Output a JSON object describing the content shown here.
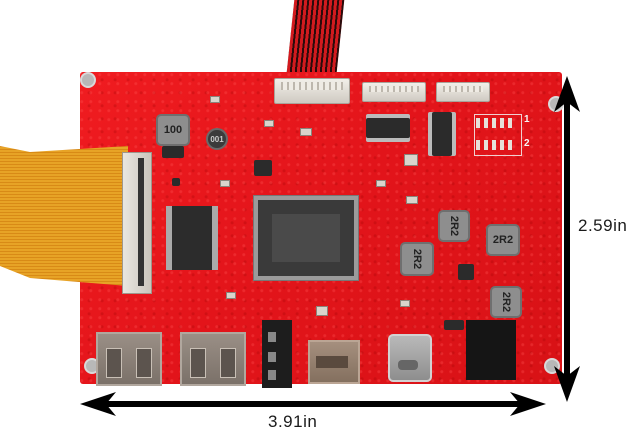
{
  "image": {
    "subject": "LCD driver control board (red PCB) with FPC ribbon cable and wire harness",
    "background_color": "#ffffff",
    "board_color": "#e8161b"
  },
  "dimensions": {
    "width_label": "3.91in",
    "height_label": "2.59in",
    "arrow_color": "#000000"
  },
  "board_markings": {
    "inductor_main": "100",
    "inductor_small": "001",
    "inductor_2r2_a": "2R2",
    "inductor_2r2_b": "2R2",
    "inductor_2r2_c": "2R2",
    "inductor_2r2_d": "2R2",
    "header_row_1": "1",
    "header_row_2": "2"
  },
  "ports": [
    {
      "name": "USB-A port 1"
    },
    {
      "name": "USB-A port 2"
    },
    {
      "name": "3.5mm audio jack"
    },
    {
      "name": "HDMI port"
    },
    {
      "name": "USB Type-C port"
    },
    {
      "name": "DC power jack"
    }
  ],
  "connectors": [
    {
      "name": "wire harness connector"
    },
    {
      "name": "JST connector 2"
    },
    {
      "name": "JST connector 3"
    },
    {
      "name": "FPC/LVDS ribbon connector"
    }
  ]
}
